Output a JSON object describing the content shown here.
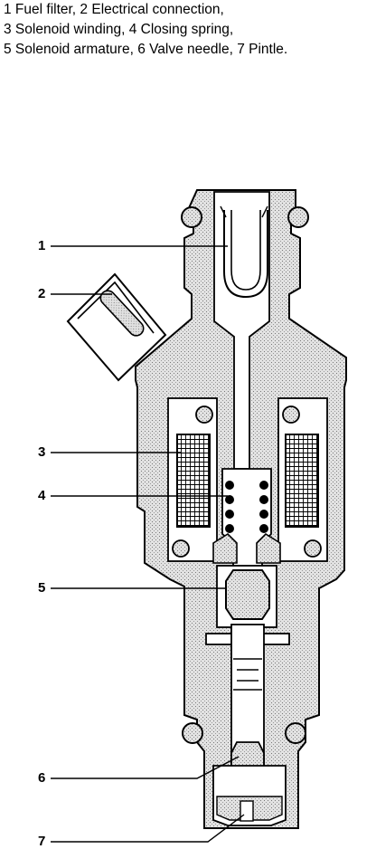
{
  "caption": {
    "line1": "1 Fuel filter, 2 Electrical connection,",
    "line2": "3 Solenoid winding, 4 Closing spring,",
    "line3": "5 Solenoid armature, 6 Valve needle, 7 Pintle."
  },
  "callouts": {
    "c1": "1",
    "c2": "2",
    "c3": "3",
    "c4": "4",
    "c5": "5",
    "c6": "6",
    "c7": "7"
  }
}
